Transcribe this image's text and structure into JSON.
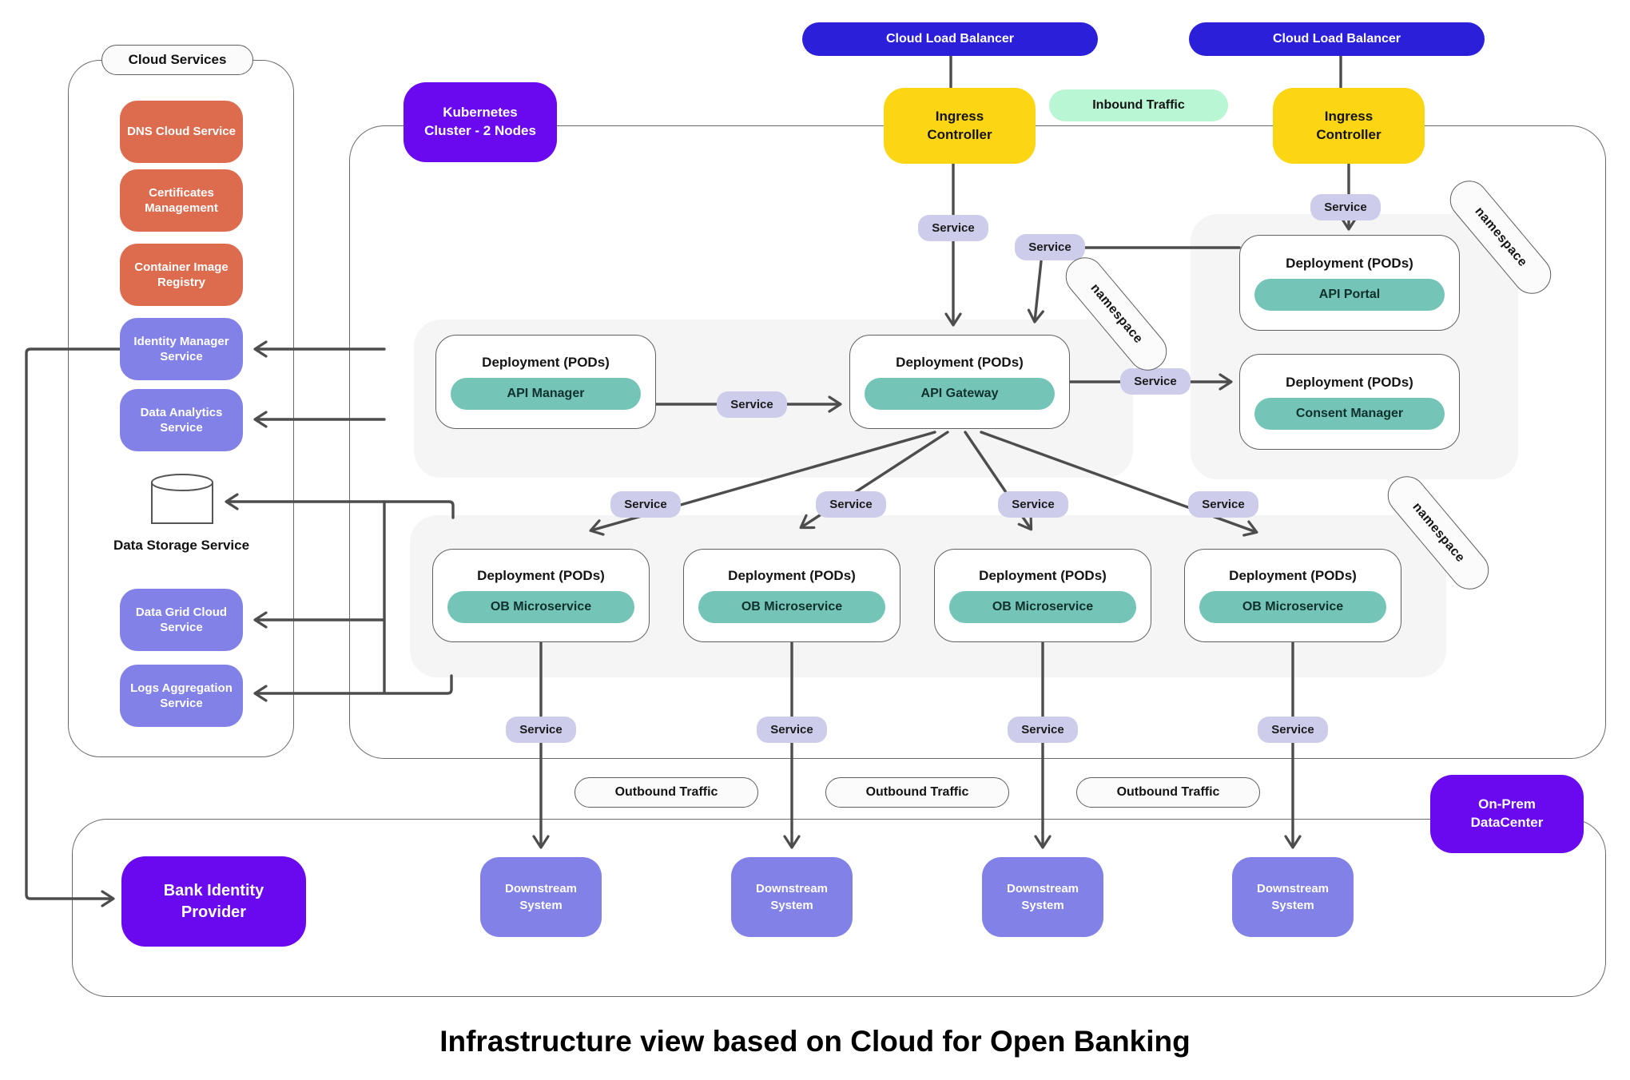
{
  "title": "Infrastructure view based on Cloud for Open Banking",
  "colors": {
    "orange": "#dd6b4e",
    "periwinkle": "#8181e8",
    "violet_badge": "#6a08f0",
    "blue_lb": "#2b1fd9",
    "yellow_ingress": "#fcd513",
    "green_inbound": "#b9f6d3",
    "lavender_service": "#cdcdeb",
    "teal_pod": "#74c5b8",
    "namespace_bg": "#f5f5f5",
    "wire": "#4d4d4d"
  },
  "cloud_services": {
    "title": "Cloud Services",
    "items": [
      {
        "label": "DNS Cloud Service",
        "type": "orange"
      },
      {
        "label": "Certificates Management",
        "type": "orange"
      },
      {
        "label": "Container Image Registry",
        "type": "orange"
      },
      {
        "label": "Identity Manager Service",
        "type": "purple"
      },
      {
        "label": "Data Analytics Service",
        "type": "purple"
      },
      {
        "label": "Data Grid Cloud Service",
        "type": "purple"
      },
      {
        "label": "Logs Aggregation Service",
        "type": "purple"
      }
    ],
    "storage_label": "Data Storage Service"
  },
  "top": {
    "load_balancer_1": "Cloud Load Balancer",
    "load_balancer_2": "Cloud Load Balancer",
    "inbound_traffic": "Inbound Traffic",
    "ingress_1": "Ingress Controller",
    "ingress_2": "Ingress Controller"
  },
  "cluster": {
    "badge": "Kubernetes Cluster - 2 Nodes",
    "service_label": "Service",
    "namespace_label": "namespace",
    "deployments": {
      "api_manager": {
        "title": "Deployment (PODs)",
        "pod": "API Manager"
      },
      "api_gateway": {
        "title": "Deployment (PODs)",
        "pod": "API Gateway"
      },
      "api_portal": {
        "title": "Deployment (PODs)",
        "pod": "API Portal"
      },
      "consent_manager": {
        "title": "Deployment (PODs)",
        "pod": "Consent Manager"
      },
      "ob_microservices": [
        {
          "title": "Deployment (PODs)",
          "pod": "OB Microservice"
        },
        {
          "title": "Deployment (PODs)",
          "pod": "OB Microservice"
        },
        {
          "title": "Deployment (PODs)",
          "pod": "OB Microservice"
        },
        {
          "title": "Deployment (PODs)",
          "pod": "OB Microservice"
        }
      ]
    }
  },
  "onprem": {
    "badge": "On-Prem DataCenter",
    "bank_identity_provider": "Bank Identity Provider",
    "outbound_traffic": [
      "Outbound Traffic",
      "Outbound Traffic",
      "Outbound Traffic"
    ],
    "downstream_systems": [
      "Downstream System",
      "Downstream System",
      "Downstream System",
      "Downstream System"
    ]
  }
}
